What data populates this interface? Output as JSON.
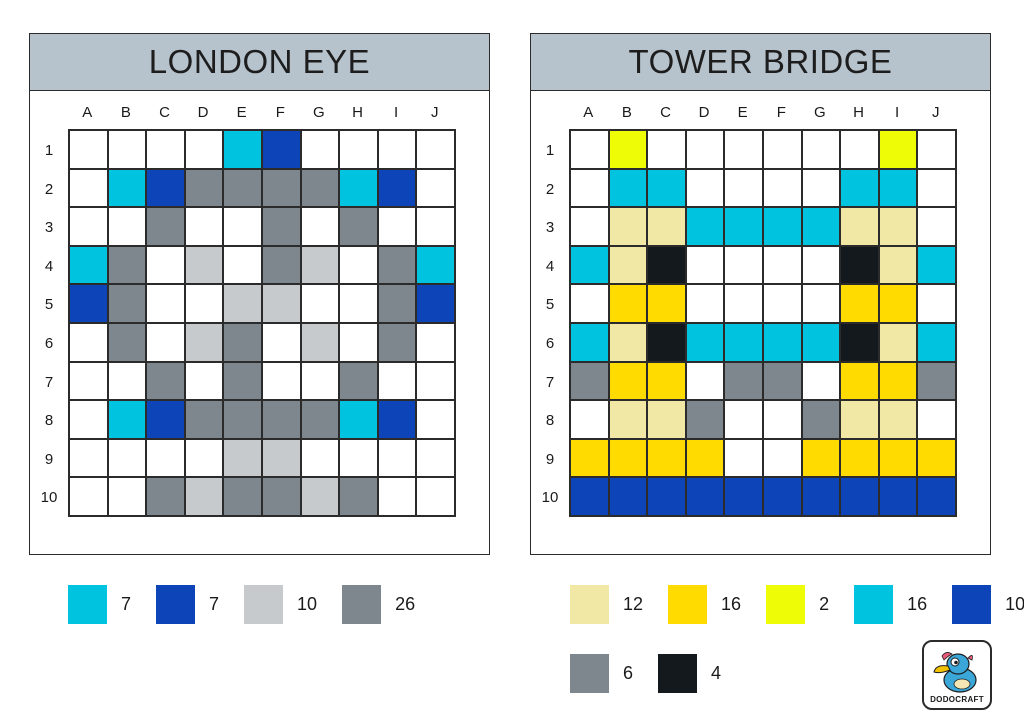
{
  "colors": {
    "white": "#ffffff",
    "cyan": "#00c3e0",
    "blue": "#0d44b8",
    "light_gray": "#c6cacd",
    "dark_gray": "#7e878d",
    "pale_yellow": "#f0e8a4",
    "yellow": "#ffdb00",
    "lime_yellow": "#eefc05",
    "black": "#14191d"
  },
  "col_headers": [
    "A",
    "B",
    "C",
    "D",
    "E",
    "F",
    "G",
    "H",
    "I",
    "J"
  ],
  "row_headers": [
    "1",
    "2",
    "3",
    "4",
    "5",
    "6",
    "7",
    "8",
    "9",
    "10"
  ],
  "puzzles": [
    {
      "title": "LONDON EYE",
      "palette": {
        "W": "white",
        "C": "cyan",
        "B": "blue",
        "L": "light_gray",
        "D": "dark_gray"
      },
      "grid": [
        "WWWWCBWWWW",
        "WCBDDDDCBW",
        "WWDWWDWDWW",
        "CDWLWDLWDC",
        "BDWWLLWWDB",
        "WDWLDWLWDW",
        "WWDWDWWDWW",
        "WCBDDDDCBW",
        "WWWWLLWWWW",
        "WWDLDDLDWW"
      ],
      "legend": [
        {
          "color": "cyan",
          "count": "7"
        },
        {
          "color": "blue",
          "count": "7"
        },
        {
          "color": "light_gray",
          "count": "10"
        },
        {
          "color": "dark_gray",
          "count": "26"
        }
      ]
    },
    {
      "title": "TOWER BRIDGE",
      "palette": {
        "W": "white",
        "C": "cyan",
        "B": "blue",
        "P": "pale_yellow",
        "Y": "yellow",
        "L": "lime_yellow",
        "D": "dark_gray",
        "K": "black"
      },
      "grid": [
        "WLWWWWWWLW",
        "WCCWWWWCCW",
        "WPPCCCCPPW",
        "CPKWWWWKPC",
        "WYYWWWWYYW",
        "CPKCCCCKPC",
        "DYYWDDWYYD",
        "WPPDWWDPPW",
        "YYYYWWYYYY",
        "BBBBBBBBBB"
      ],
      "legend": [
        {
          "color": "pale_yellow",
          "count": "12"
        },
        {
          "color": "yellow",
          "count": "16"
        },
        {
          "color": "lime_yellow",
          "count": "2"
        },
        {
          "color": "cyan",
          "count": "16"
        },
        {
          "color": "blue",
          "count": "10"
        },
        {
          "color": "dark_gray",
          "count": "6"
        },
        {
          "color": "black",
          "count": "4"
        }
      ]
    }
  ],
  "logo": {
    "text": "DODOCRAFT",
    "icon": "dodo-bird-icon"
  }
}
